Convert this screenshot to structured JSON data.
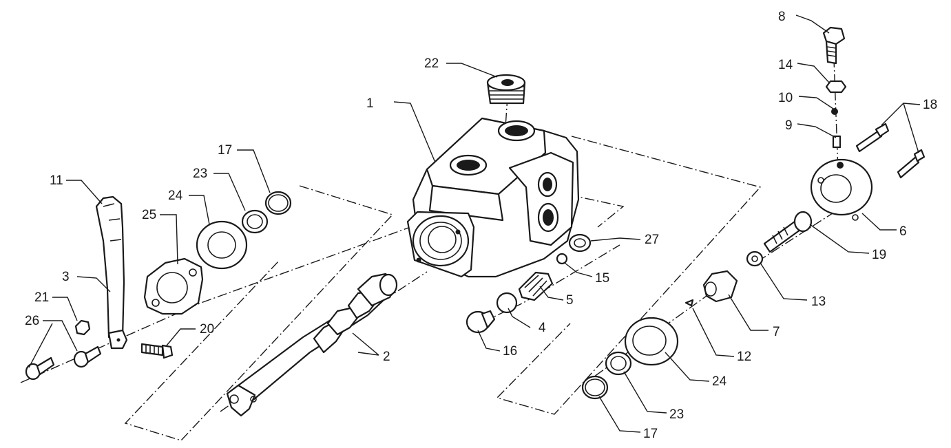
{
  "callouts": {
    "c1": "1",
    "c2": "2",
    "c3": "3",
    "c4": "4",
    "c5": "5",
    "c6": "6",
    "c7": "7",
    "c8": "8",
    "c9": "9",
    "c10": "10",
    "c11": "11",
    "c12": "12",
    "c13": "13",
    "c14": "14",
    "c15": "15",
    "c16": "16",
    "c17a": "17",
    "c17b": "17",
    "c18": "18",
    "c19": "19",
    "c20": "20",
    "c21": "21",
    "c22": "22",
    "c23a": "23",
    "c23b": "23",
    "c24a": "24",
    "c24b": "24",
    "c25": "25",
    "c26": "26",
    "c27": "27"
  },
  "colors": {
    "ink": "#1a1a1a",
    "paper": "#ffffff"
  }
}
